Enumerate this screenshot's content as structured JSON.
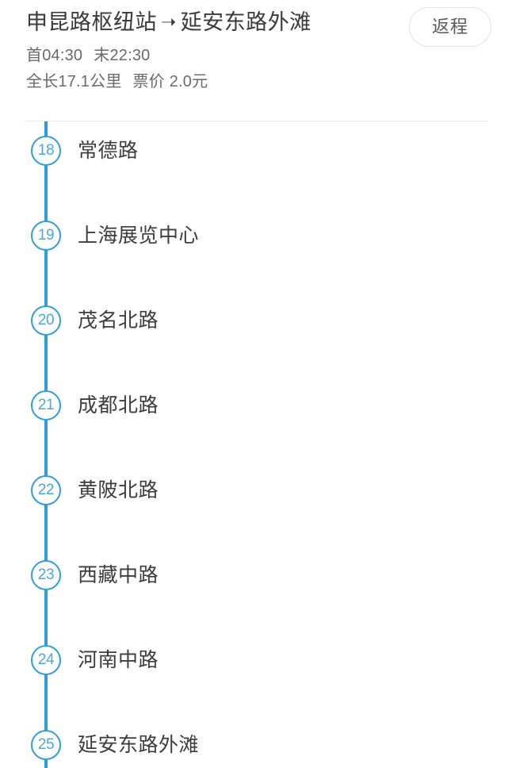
{
  "header": {
    "origin": "申昆路枢纽站",
    "arrow": "arrow-right-icon",
    "arrow_glyph": "➝",
    "destination": "延安东路外滩",
    "first_bus": "首04:30",
    "last_bus": "末22:30",
    "length": "全长17.1公里",
    "fare": "票价 2.0元",
    "return_button_label": "返程"
  },
  "theme": {
    "accent": "#2f9fdc",
    "node_text": "#4aa9d8",
    "title_text": "#3a3a3a",
    "meta_text": "#6a6a6a",
    "station_text": "#3c3c3c",
    "divider": "#ececed",
    "button_border": "#e2e2e2",
    "background": "#ffffff"
  },
  "stations": [
    {
      "number": "18",
      "name": "常德路"
    },
    {
      "number": "19",
      "name": "上海展览中心"
    },
    {
      "number": "20",
      "name": "茂名北路"
    },
    {
      "number": "21",
      "name": "成都北路"
    },
    {
      "number": "22",
      "name": "黄陂北路"
    },
    {
      "number": "23",
      "name": "西藏中路"
    },
    {
      "number": "24",
      "name": "河南中路"
    },
    {
      "number": "25",
      "name": "延安东路外滩"
    }
  ]
}
